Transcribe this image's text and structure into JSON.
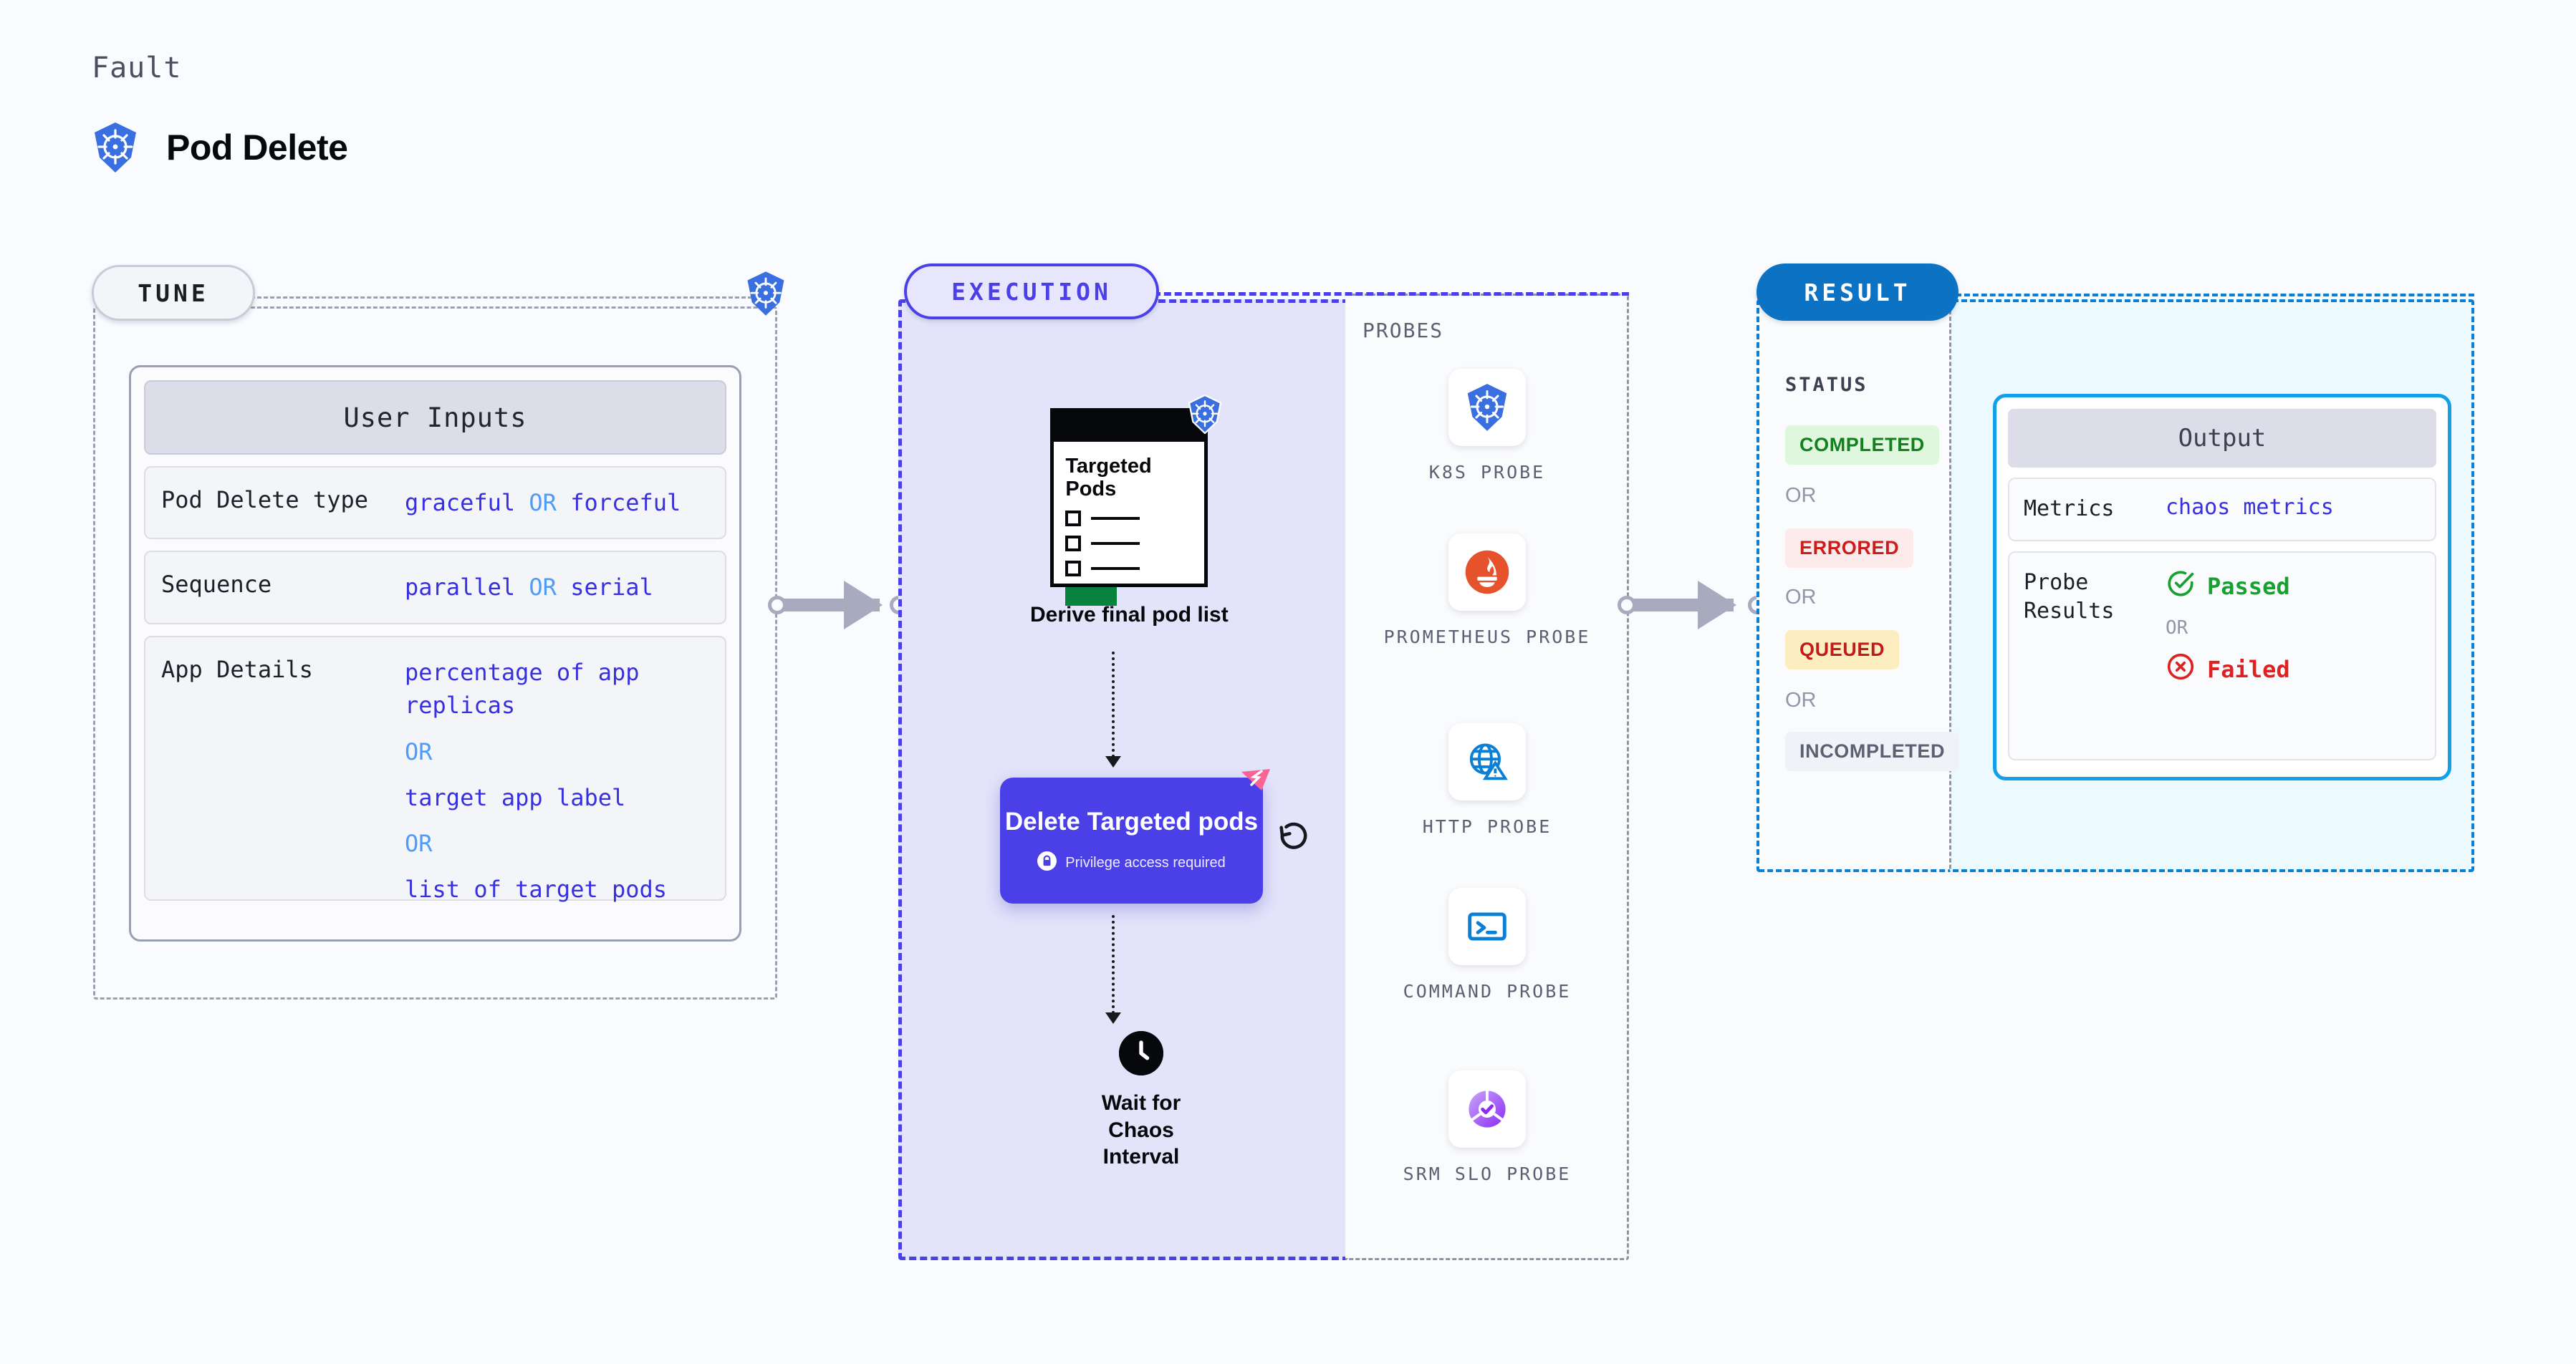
{
  "header": {
    "eyebrow": "Fault",
    "title": "Pod Delete",
    "logo_icon": "kubernetes-icon"
  },
  "tune": {
    "badge": "TUNE",
    "k8s_icon": "kubernetes-icon",
    "card_title": "User Inputs",
    "rows": [
      {
        "key": "Pod Delete type",
        "parts": [
          {
            "t": "graceful",
            "c": "v"
          },
          {
            "t": "OR",
            "c": "or"
          },
          {
            "t": "forceful",
            "c": "v"
          }
        ]
      },
      {
        "key": "Sequence",
        "parts": [
          {
            "t": "parallel",
            "c": "v"
          },
          {
            "t": "OR",
            "c": "or"
          },
          {
            "t": "serial",
            "c": "v"
          }
        ]
      }
    ],
    "app_details": {
      "key": "App Details",
      "values": [
        "percentage of app replicas",
        "OR",
        "target app label",
        "OR",
        "list of target pods"
      ]
    }
  },
  "execution": {
    "badge": "EXECUTION",
    "nodes": {
      "derive": {
        "card_title": "Targeted Pods",
        "label": "Derive final pod list",
        "k8s_icon": "kubernetes-icon"
      },
      "delete": {
        "title": "Delete Targeted pods",
        "privilege": "Privilege access required",
        "lock_icon": "lock-icon",
        "badge_icon": "litmus-chaos-icon",
        "loop_icon": "refresh-loop-icon"
      },
      "wait": {
        "label": "Wait for Chaos Interval",
        "icon": "clock-icon"
      }
    }
  },
  "probes": {
    "label": "PROBES",
    "items": [
      {
        "name": "K8S PROBE",
        "icon": "kubernetes-icon"
      },
      {
        "name": "PROMETHEUS PROBE",
        "icon": "prometheus-icon"
      },
      {
        "name": "HTTP PROBE",
        "icon": "globe-warning-icon"
      },
      {
        "name": "COMMAND PROBE",
        "icon": "terminal-icon"
      },
      {
        "name": "SRM SLO PROBE",
        "icon": "srm-slo-icon"
      }
    ]
  },
  "result": {
    "badge": "RESULT",
    "status_label": "STATUS",
    "or_text": "OR",
    "statuses": [
      {
        "label": "COMPLETED",
        "fg": "#13801f",
        "bg": "#dff7dc"
      },
      {
        "label": "ERRORED",
        "fg": "#cc1d1d",
        "bg": "#fdeaea"
      },
      {
        "label": "QUEUED",
        "fg": "#c11c1c",
        "bg": "#fdeec2"
      },
      {
        "label": "INCOMPLETED",
        "fg": "#5b6073",
        "bg": "#f1f2f7"
      }
    ],
    "output": {
      "title": "Output",
      "metrics_key": "Metrics",
      "metrics_value": "chaos metrics",
      "probe_results_key": "Probe Results",
      "passed": "Passed",
      "failed": "Failed",
      "or_text": "OR",
      "pass_icon": "check-circle-icon",
      "fail_icon": "x-circle-icon"
    }
  },
  "colors": {
    "canvas_bg": "#fafbff",
    "execution_purple": "#4b40e8",
    "result_blue": "#0b72c4",
    "output_border": "#14a0e8",
    "k8s_blue": "#3a6fe0"
  }
}
